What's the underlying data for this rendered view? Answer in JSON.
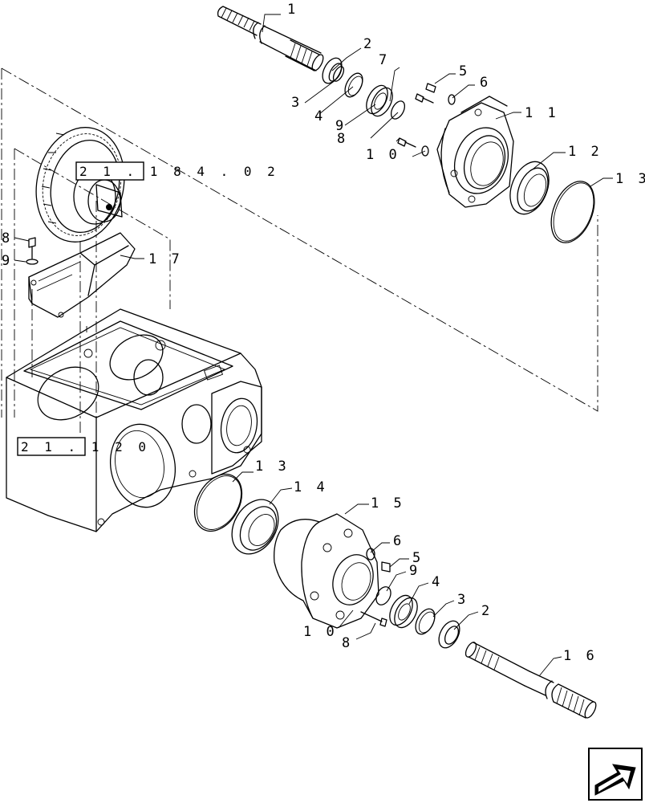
{
  "callouts": {
    "c1": "1",
    "c2_top": "2",
    "c3_top": "3",
    "c4_top": "4",
    "c5_top": "5",
    "c6_top": "6",
    "c7": "7",
    "c8_top": "8",
    "c9_top": "9",
    "c10_top": "1 0",
    "c11": "1 1",
    "c12": "1 2",
    "c13_top": "1 3",
    "c8_left": "8",
    "c9_left": "9",
    "c17": "1 7",
    "c13_bot": "1 3",
    "c14": "1 4",
    "c15": "1 5",
    "c6_bot": "6",
    "c5_bot": "5",
    "c9_bot": "9",
    "c4_bot": "4",
    "c3_bot": "3",
    "c2_bot": "2",
    "c10_bot": "1 0",
    "c8_bot": "8",
    "c16": "1 6"
  },
  "references": {
    "gear_group": "2 1 . 1 8 4 . 0 2",
    "housing": "2 1 . 1 2 0"
  },
  "nav": {
    "icon": "next-page-arrow-icon"
  }
}
